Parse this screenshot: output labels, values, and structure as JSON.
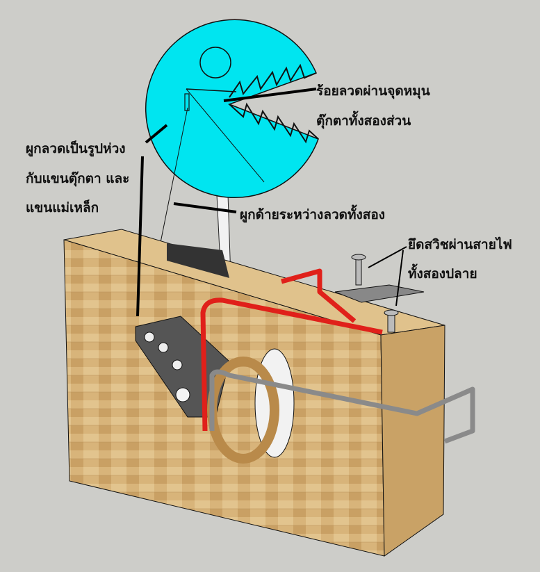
{
  "labels": {
    "pivot_line1": "ร้อยลวดผ่านจุดหมุน",
    "pivot_line2": "ตุ๊กตาทั้งสองส่วน",
    "loop_line1": "ผูกลวดเป็นรูปห่วง",
    "loop_line2": "กับแขนตุ๊กตา และ",
    "loop_line3": "แขนแม่เหล็ก",
    "thread": "ผูกด้ายระหว่างลวดทั้งสอง",
    "switch_line1": "ยึดสวิชผ่านสายไฟ",
    "switch_line2": "ทั้งสองปลาย"
  },
  "colors": {
    "background": "#cdcdc9",
    "pacman": "#00e5f0",
    "wire_red": "#e0201a",
    "wire_gray": "#8a8a8a",
    "wood": "#d9b57a"
  }
}
